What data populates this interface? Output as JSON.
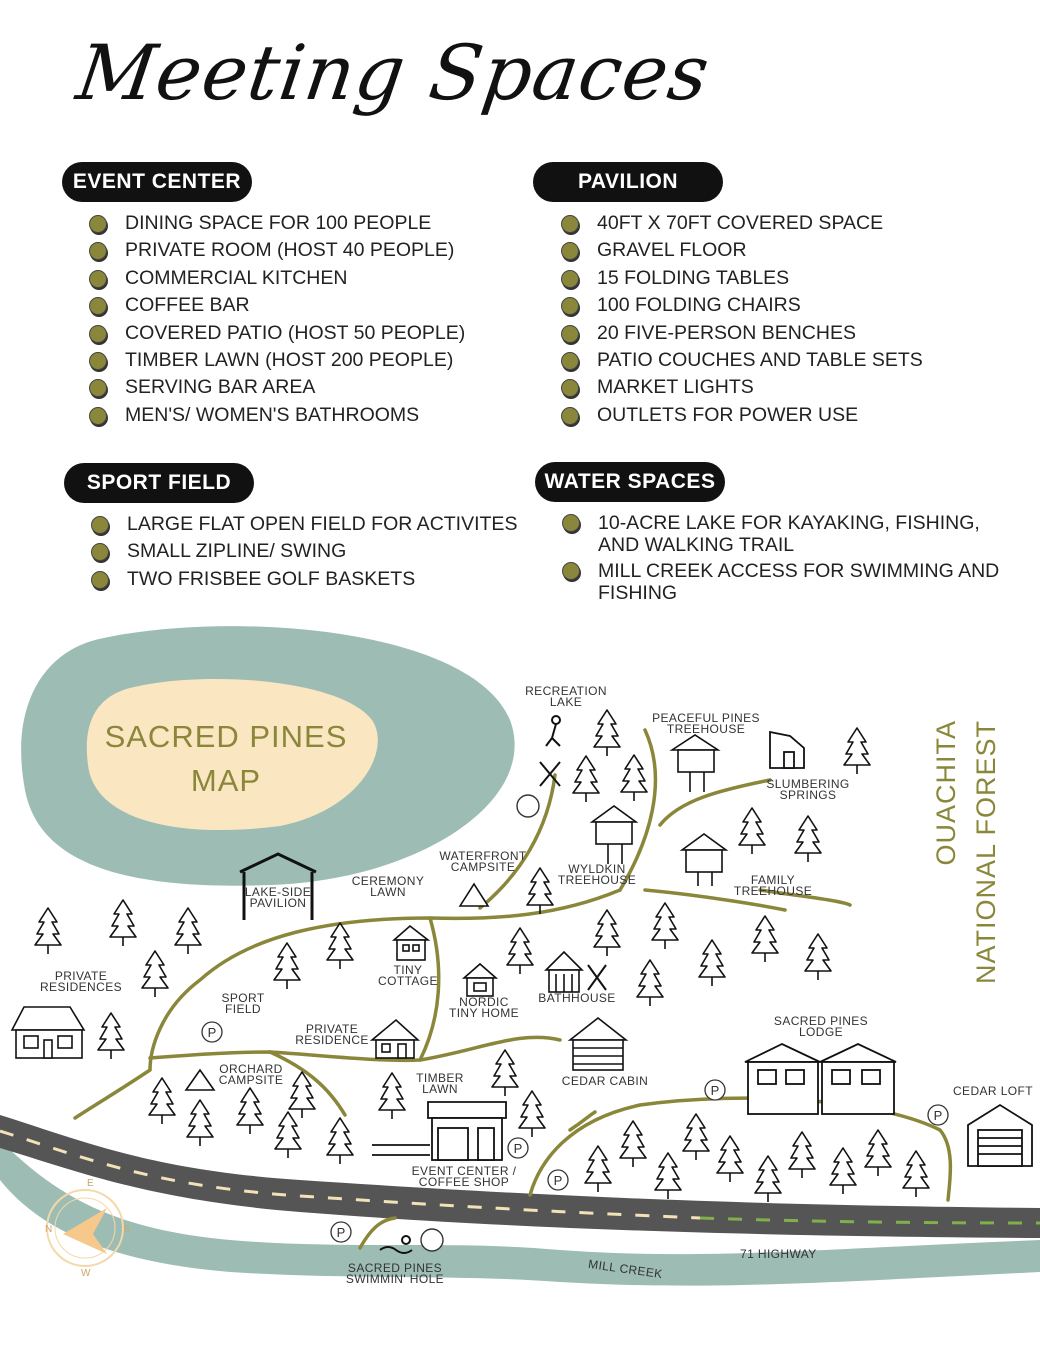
{
  "title": "Meeting Spaces",
  "sections": {
    "event_center": {
      "heading": "EVENT CENTER",
      "items": [
        "DINING SPACE FOR 100 PEOPLE",
        "PRIVATE ROOM (HOST 40 PEOPLE)",
        "COMMERCIAL KITCHEN",
        "COFFEE BAR",
        "COVERED PATIO (HOST 50 PEOPLE)",
        "TIMBER LAWN (HOST 200 PEOPLE)",
        "SERVING BAR AREA",
        "MEN'S/ WOMEN'S BATHROOMS"
      ]
    },
    "pavilion": {
      "heading": "PAVILION",
      "items": [
        "40FT X 70FT COVERED SPACE",
        "GRAVEL FLOOR",
        "15 FOLDING TABLES",
        "100 FOLDING CHAIRS",
        "20 FIVE-PERSON BENCHES",
        "PATIO COUCHES AND TABLE SETS",
        "MARKET LIGHTS",
        "OUTLETS FOR POWER USE"
      ]
    },
    "sport_field": {
      "heading": "SPORT FIELD",
      "items": [
        "LARGE FLAT OPEN FIELD FOR ACTIVITES",
        "SMALL ZIPLINE/ SWING",
        "TWO FRISBEE GOLF BASKETS"
      ]
    },
    "water_spaces": {
      "heading": "WATER SPACES",
      "items": [
        "10-ACRE LAKE FOR KAYAKING, FISHING, AND WALKING TRAIL",
        "MILL CREEK ACCESS FOR SWIMMING AND FISHING"
      ]
    }
  },
  "map": {
    "title_line1": "SACRED PINES",
    "title_line2": "MAP",
    "forest_line1": "OUACHITA",
    "forest_line2": "NATIONAL FOREST",
    "compass_letters": [
      "N",
      "E",
      "S",
      "W"
    ],
    "parking_symbol": "P",
    "labels": {
      "recreation_lake": [
        "RECREATION",
        "LAKE"
      ],
      "peaceful_pines": [
        "PEACEFUL PINES",
        "TREEHOUSE"
      ],
      "slumbering_springs": [
        "SLUMBERING",
        "SPRINGS"
      ],
      "waterfront_campsite": [
        "WATERFRONT",
        "CAMPSITE"
      ],
      "wyldkin_treehouse": [
        "WYLDKIN",
        "TREEHOUSE"
      ],
      "family_treehouse": [
        "FAMILY",
        "TREEHOUSE"
      ],
      "lakeside_pavilion": [
        "LAKE-SIDE",
        "PAVILION"
      ],
      "ceremony_lawn": [
        "CEREMONY",
        "LAWN"
      ],
      "private_residences": [
        "PRIVATE",
        "RESIDENCES"
      ],
      "tiny_cottage": [
        "TINY",
        "COTTAGE"
      ],
      "sport_field": [
        "SPORT",
        "FIELD"
      ],
      "nordic_tiny_home": [
        "NORDIC",
        "TINY HOME"
      ],
      "bathhouse": [
        "BATHHOUSE"
      ],
      "private_residence": [
        "PRIVATE",
        "RESIDENCE"
      ],
      "sacred_pines_lodge": [
        "SACRED PINES",
        "LODGE"
      ],
      "orchard_campsite": [
        "ORCHARD",
        "CAMPSITE"
      ],
      "cedar_cabin": [
        "CEDAR CABIN"
      ],
      "timber_lawn": [
        "TIMBER",
        "LAWN"
      ],
      "cedar_loft": [
        "CEDAR LOFT"
      ],
      "event_center": [
        "EVENT CENTER /",
        "COFFEE SHOP"
      ],
      "swimmin_hole": [
        "SACRED PINES",
        "SWIMMIN' HOLE"
      ],
      "highway": "71 HIGHWAY",
      "mill_creek": "MILL CREEK"
    },
    "colors": {
      "lake": "#9dbdb4",
      "sand": "#fbe6c2",
      "accent": "#8a873a",
      "road": "#555555",
      "road_dash_white": "#f3e2b8",
      "road_dash_green": "#7fb04a",
      "creek": "#9dbdb4"
    }
  }
}
